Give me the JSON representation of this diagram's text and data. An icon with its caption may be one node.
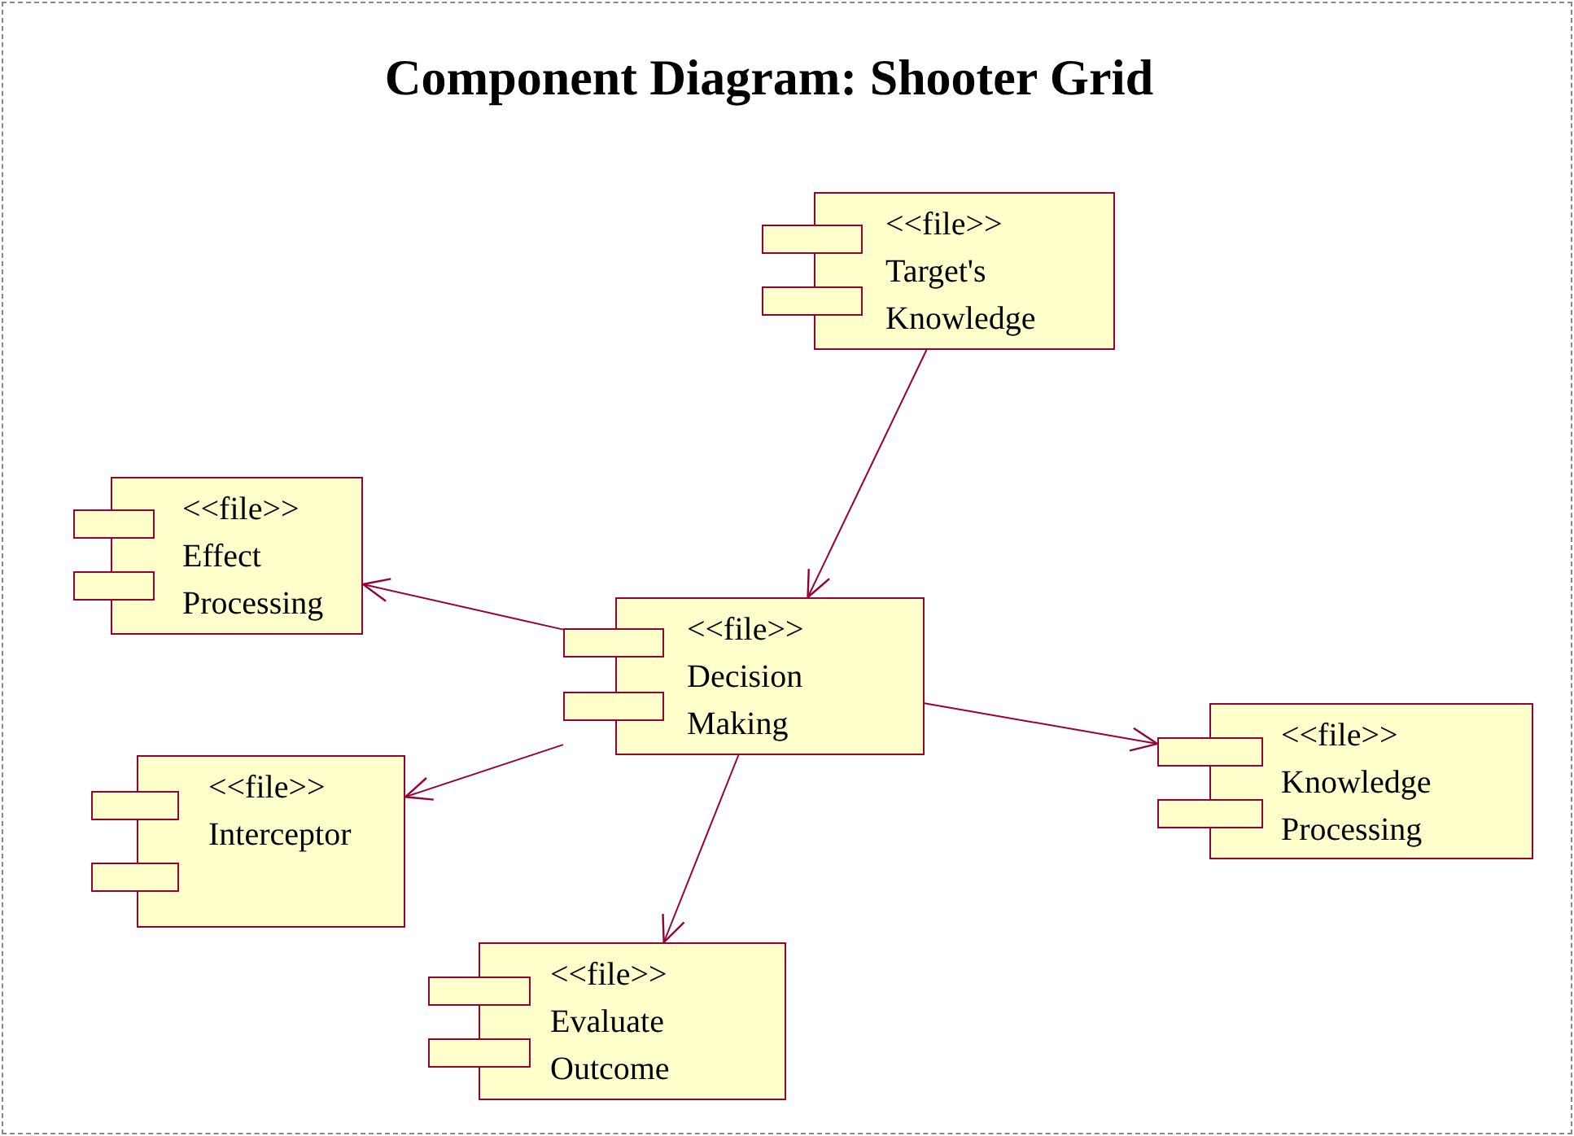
{
  "diagram": {
    "title": "Component Diagram: Shooter Grid",
    "nodes": [
      {
        "text": [
          "<<file>>",
          "Target's Knowledge"
        ]
      },
      {
        "text": [
          "<<file>>",
          "Effect Processing"
        ]
      },
      {
        "text": [
          "<<file>>",
          "Decision Making"
        ]
      },
      {
        "text": [
          "<<file>>",
          "Interceptor"
        ]
      },
      {
        "text": [
          "<<file>>",
          "Knowledge Processing"
        ]
      },
      {
        "text": [
          "<<file>>",
          "Evaluate Outcome"
        ]
      }
    ],
    "edges": [
      {
        "from": 0,
        "to": 2,
        "arrow": "to"
      },
      {
        "from": 2,
        "to": 1,
        "arrow": "to"
      },
      {
        "from": 2,
        "to": 3,
        "arrow": "to"
      },
      {
        "from": 2,
        "to": 4,
        "arrow": "to"
      },
      {
        "from": 2,
        "to": 5,
        "arrow": "to"
      }
    ]
  }
}
